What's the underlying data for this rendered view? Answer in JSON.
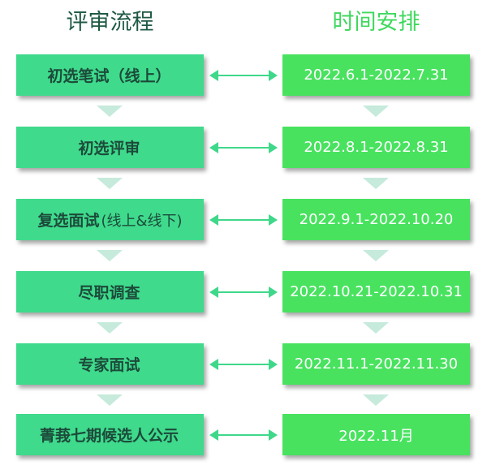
{
  "headers": {
    "process": "评审流程",
    "schedule": "时间安排"
  },
  "stages": [
    {
      "main": "初选笔试（线上）",
      "sub": "",
      "date": "2022.6.1-2022.7.31"
    },
    {
      "main": "初选评审",
      "sub": "",
      "date": "2022.8.1-2022.8.31"
    },
    {
      "main": "复选面试",
      "sub": "(线上&线下)",
      "date": "2022.9.1-2022.10.20"
    },
    {
      "main": "尽职调查",
      "sub": "",
      "date": "2022.10.21-2022.10.31"
    },
    {
      "main": "专家面试",
      "sub": "",
      "date": "2022.11.1-2022.11.30"
    },
    {
      "main": "菁莪七期候选人公示",
      "sub": "",
      "date": "2022.11月"
    }
  ],
  "colors": {
    "process_box": "#3fda8c",
    "schedule_box": "#48e25f",
    "connector_arrow": "#3fd88a",
    "down_triangle": "#c6eadb",
    "process_header": "#1f5a44",
    "schedule_header": "#3fd85e"
  }
}
